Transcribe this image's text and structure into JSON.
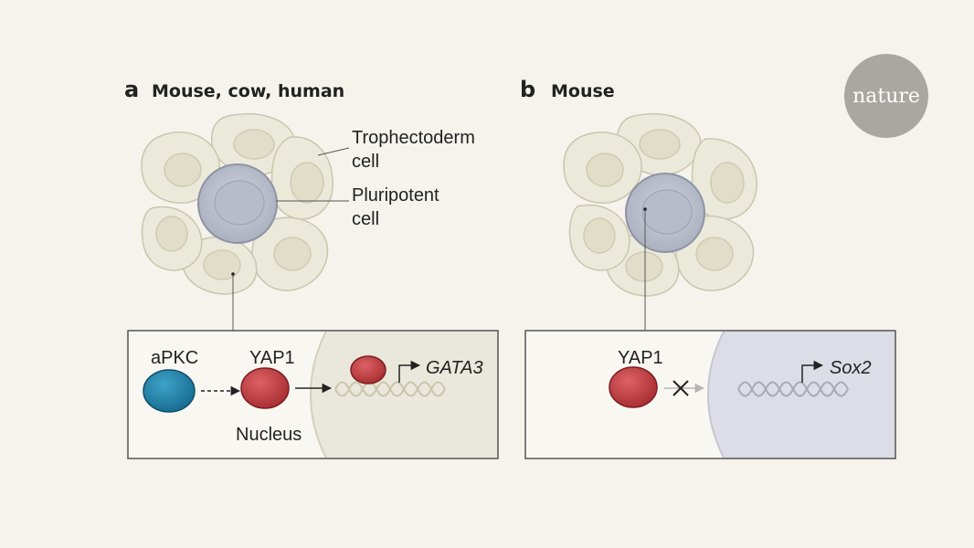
{
  "logo": {
    "text": "nature"
  },
  "panel_a": {
    "letter": "a",
    "title": "Mouse, cow, human",
    "labels": {
      "trophectoderm_line1": "Trophectoderm",
      "trophectoderm_line2": "cell",
      "pluripotent_line1": "Pluripotent",
      "pluripotent_line2": "cell"
    },
    "inset": {
      "apkc": "aPKC",
      "yap1": "YAP1",
      "gene": "GATA3",
      "nucleus": "Nucleus"
    }
  },
  "panel_b": {
    "letter": "b",
    "title": "Mouse",
    "inset": {
      "yap1": "YAP1",
      "gene": "Sox2"
    }
  },
  "colors": {
    "background": "#f5f3ec",
    "cell_fill": "#e9e7d7",
    "pluripotent_fill": "#c3c7d3",
    "apkc": "#1f7ea6",
    "yap1": "#c0393b",
    "nucleus_a": "#eae8dc",
    "nucleus_b": "#dcdde6"
  }
}
